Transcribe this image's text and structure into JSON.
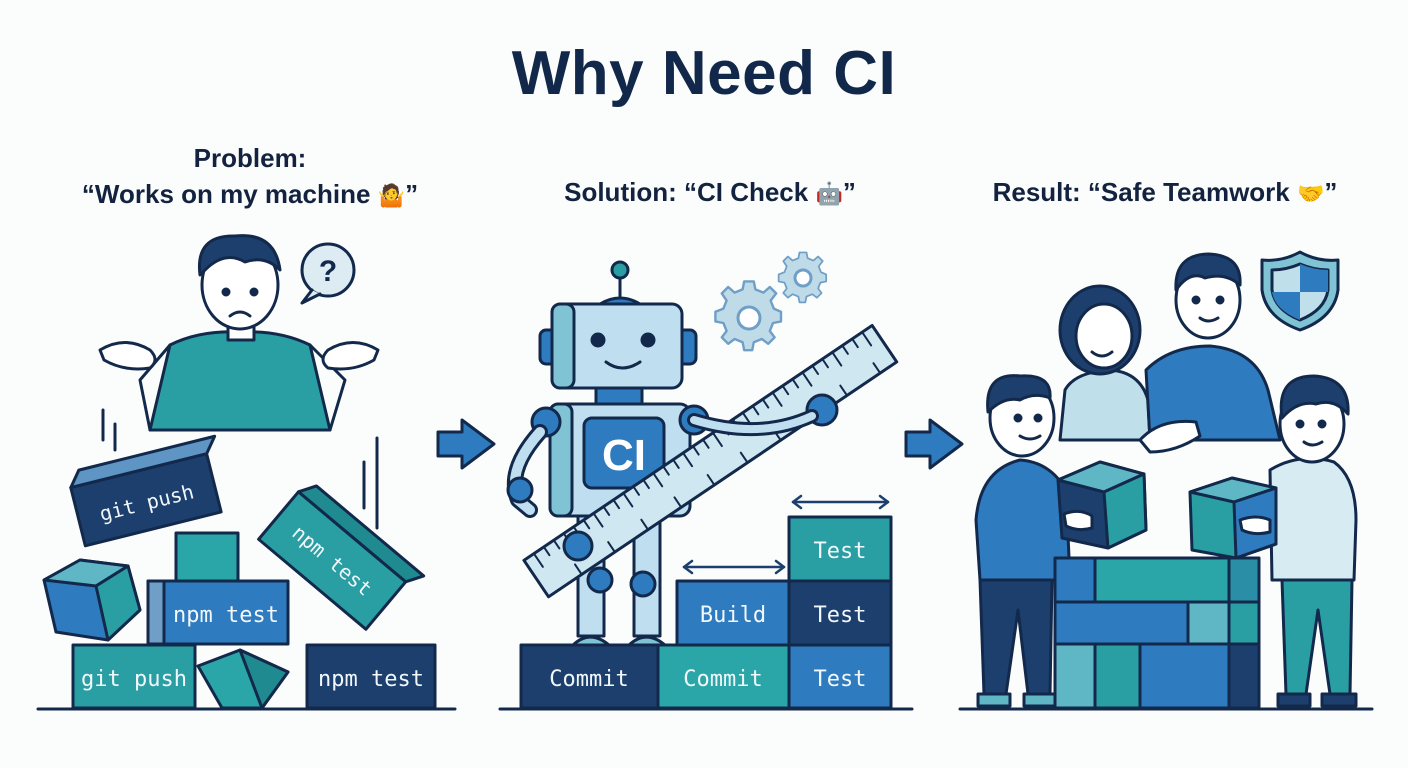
{
  "title": "Why Need CI",
  "panels": [
    {
      "id": "problem",
      "heading_line1": "Problem:",
      "heading_line2": "“Works on my machine",
      "heading_emoji": "🤷",
      "heading_close": "”",
      "blocks": [
        "git push",
        "npm test",
        "npm test",
        "git push",
        "npm test"
      ],
      "question_mark": "?"
    },
    {
      "id": "solution",
      "heading": "Solution: “CI Check",
      "heading_emoji": "🤖",
      "heading_close": "”",
      "robot_badge": "CI",
      "blocks": {
        "bottom_row": [
          "Commit",
          "Commit",
          "Test"
        ],
        "middle_row": [
          "Build",
          "Test"
        ],
        "top_row": [
          "Test"
        ]
      }
    },
    {
      "id": "result",
      "heading": "Result: “Safe Teamwork",
      "heading_emoji": "🤝",
      "heading_close": "”"
    }
  ],
  "colors": {
    "navy": "#1d3f6e",
    "blue": "#2f7bbf",
    "teal": "#2a9fa3",
    "light": "#bfe0ea",
    "outline": "#13294b"
  }
}
